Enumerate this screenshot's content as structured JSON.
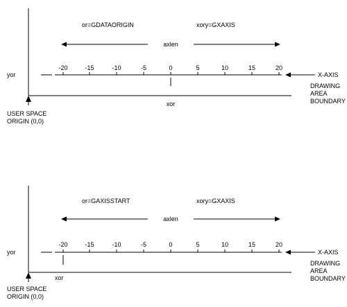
{
  "colors": {
    "line": "#000000",
    "background": "#ffffff"
  },
  "ticks": [
    "-20",
    "-15",
    "-10",
    "-5",
    "0",
    "5",
    "10",
    "15",
    "20"
  ],
  "panels": [
    {
      "or_label": "or=GDATAORIGIN",
      "xory_label": "xory=GXAXIS",
      "axlen_label": "axlen",
      "yor_label": "yor",
      "xor_label": "xor",
      "x_axis_label": "X-AXIS",
      "boundary_lines": [
        "DRAWING",
        "AREA",
        "BOUNDARY"
      ],
      "origin_lines": [
        "USER SPACE",
        "ORIGIN (0,0)"
      ]
    },
    {
      "or_label": "or=GAXISSTART",
      "xory_label": "xory=GXAXIS",
      "axlen_label": "axlen",
      "yor_label": "yor",
      "xor_label": "xor",
      "x_axis_label": "X-AXIS",
      "boundary_lines": [
        "DRAWING",
        "AREA",
        "BOUNDARY"
      ],
      "origin_lines": [
        "USER SPACE",
        "ORIGIN (0,0)"
      ]
    }
  ]
}
